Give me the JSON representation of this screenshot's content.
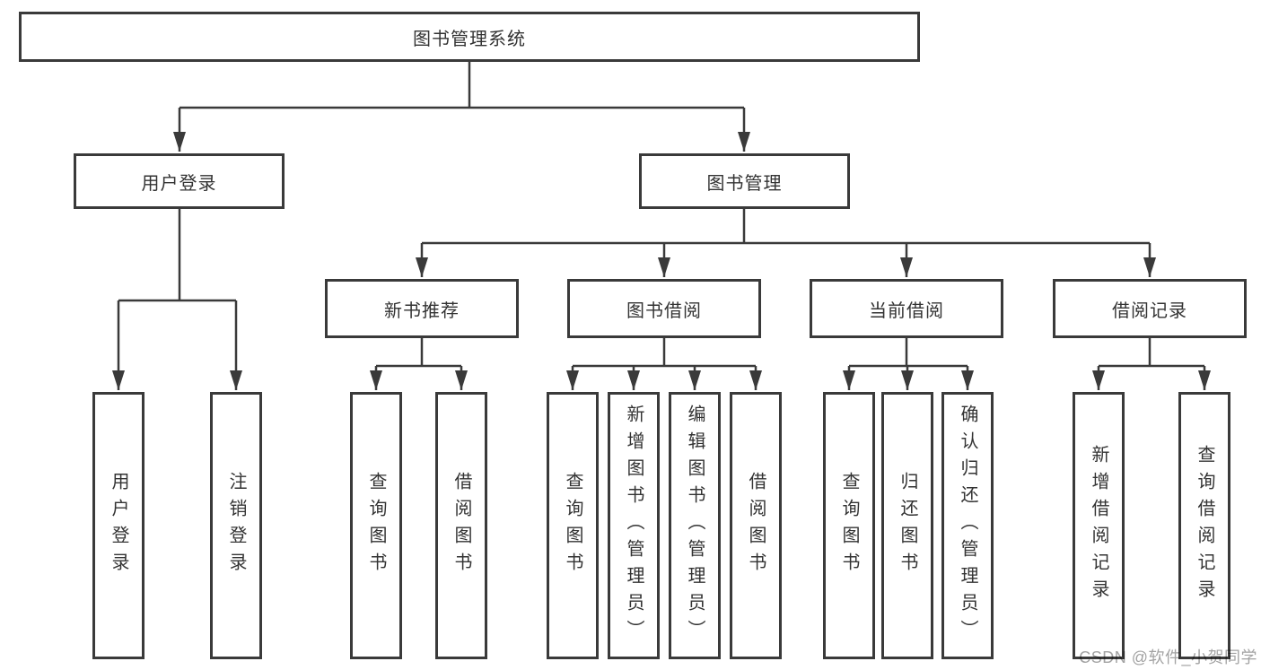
{
  "diagram": {
    "root": "图书管理系统",
    "level2": [
      "用户登录",
      "图书管理"
    ],
    "level3": [
      "新书推荐",
      "图书借阅",
      "当前借阅",
      "借阅记录"
    ],
    "leaves": {
      "user_login": [
        "用户登录",
        "注销登录"
      ],
      "new_books": [
        "查询图书",
        "借阅图书"
      ],
      "book_borrowing": [
        "查询图书",
        "新增图书（管理员）",
        "编辑图书（管理员）",
        "借阅图书"
      ],
      "current_borrowing": [
        "查询图书",
        "归还图书",
        "确认归还（管理员）"
      ],
      "borrowing_records": [
        "新增借阅记录",
        "查询借阅记录"
      ]
    }
  },
  "watermark": "CSDN @软件_小贺同学",
  "colors": {
    "line": "#3a3a3a",
    "text": "#333333",
    "watermark": "#a3a3a3",
    "background": "#ffffff"
  }
}
